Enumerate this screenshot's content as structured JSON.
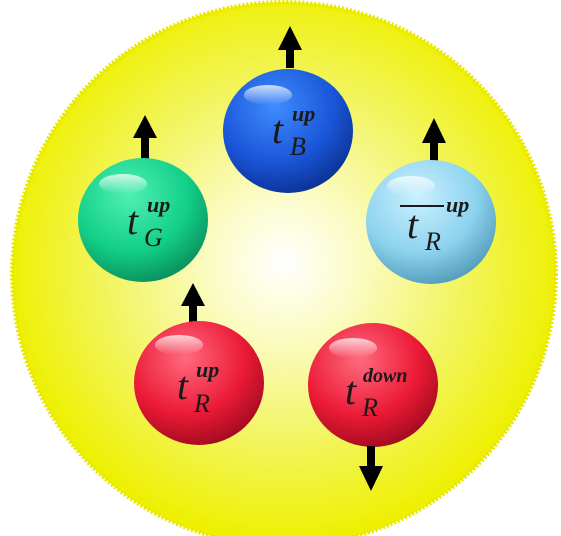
{
  "particles": [
    {
      "id": "tb-up",
      "symbol": "t",
      "sub": "B",
      "sup": "up",
      "antiparticle": false,
      "spin": "up",
      "color": "blue"
    },
    {
      "id": "tg-up",
      "symbol": "t",
      "sub": "G",
      "sup": "up",
      "antiparticle": false,
      "spin": "up",
      "color": "green"
    },
    {
      "id": "tr-bar-up",
      "symbol": "t",
      "sub": "R",
      "sup": "up",
      "antiparticle": true,
      "spin": "up",
      "color": "light-blue"
    },
    {
      "id": "tr-up",
      "symbol": "t",
      "sub": "R",
      "sup": "up",
      "antiparticle": false,
      "spin": "up",
      "color": "red"
    },
    {
      "id": "tr-down",
      "symbol": "t",
      "sub": "R",
      "sup": "down",
      "antiparticle": false,
      "spin": "down",
      "color": "red"
    }
  ],
  "colors": {
    "container_rim": "#f4f400",
    "container_glow": "#ffffff",
    "blue": "#1f55d6",
    "green": "#1fd08a",
    "light_blue": "#8ad6ee",
    "red": "#ee1c3a",
    "arrow": "#000000"
  }
}
